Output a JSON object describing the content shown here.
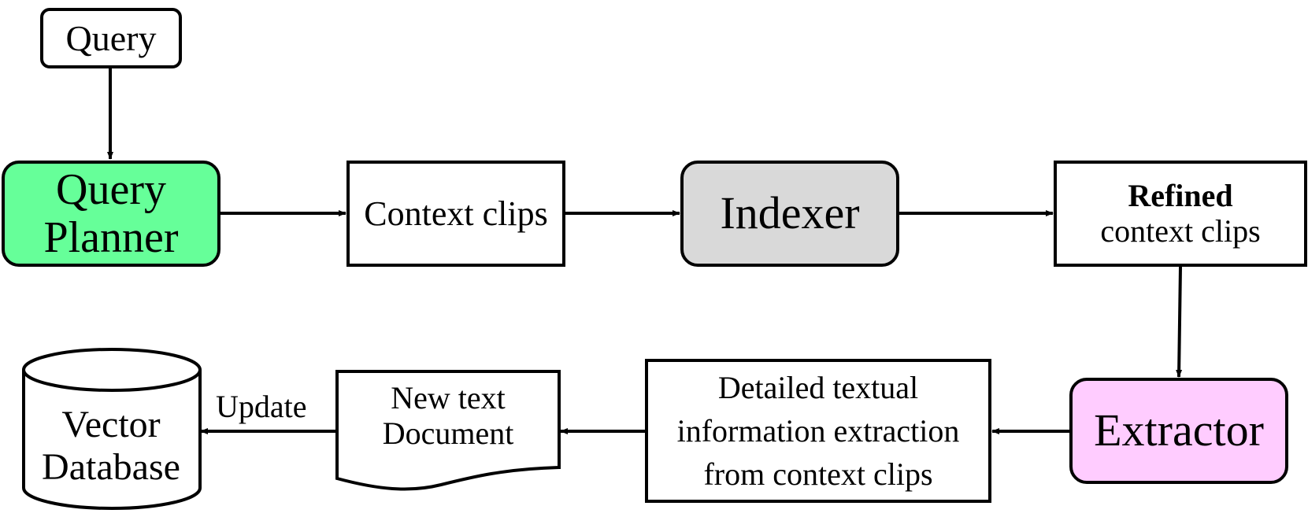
{
  "diagram": {
    "colors": {
      "query_planner_fill": "#66ff99",
      "indexer_fill": "#d9d9d9",
      "extractor_fill": "#ffccff",
      "stroke": "#000000"
    },
    "nodes": {
      "query": {
        "label": "Query"
      },
      "query_planner": {
        "line1": "Query",
        "line2": "Planner"
      },
      "context_clips": {
        "label": "Context clips"
      },
      "indexer": {
        "label": "Indexer"
      },
      "refined_context_clips": {
        "line1": "Refined",
        "line2": "context clips"
      },
      "extractor": {
        "label": "Extractor"
      },
      "detailed_info": {
        "line1": "Detailed textual",
        "line2": "information extraction",
        "line3": "from context clips"
      },
      "new_text_document": {
        "line1": "New text",
        "line2": "Document"
      },
      "vector_database": {
        "line1": "Vector",
        "line2": "Database"
      }
    },
    "edge_labels": {
      "update": "Update"
    }
  }
}
